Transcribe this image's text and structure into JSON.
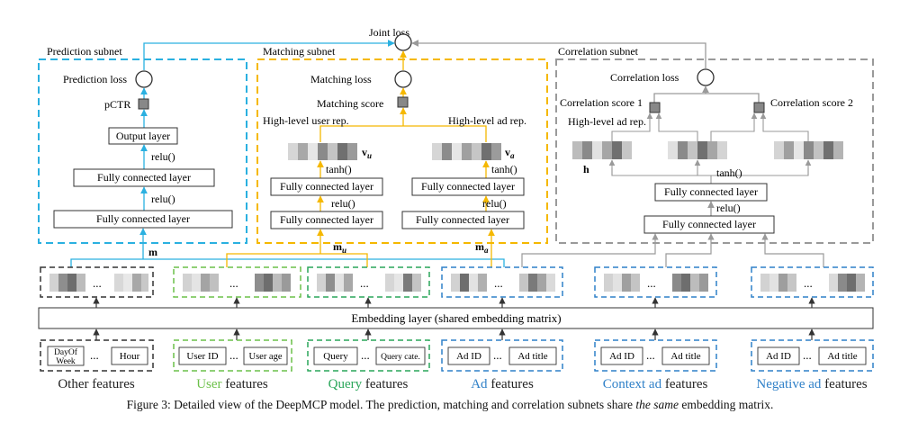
{
  "subnets": {
    "prediction": "Prediction subnet",
    "matching": "Matching subnet",
    "correlation": "Correlation subnet"
  },
  "losses": {
    "joint": "Joint loss",
    "prediction": "Prediction loss",
    "matching": "Matching loss",
    "correlation": "Correlation loss"
  },
  "prediction_net": {
    "pctr": "pCTR",
    "output_layer": "Output layer",
    "relu1": "relu()",
    "fc1": "Fully connected layer",
    "relu2": "relu()",
    "fc2": "Fully connected layer",
    "m": "m"
  },
  "matching_net": {
    "score": "Matching score",
    "user_rep": "High-level user rep.",
    "ad_rep": "High-level ad rep.",
    "vu": "v",
    "vu_sub": "u",
    "va": "v",
    "va_sub": "a",
    "tanh_user": "tanh()",
    "tanh_ad": "tanh()",
    "fc_user_top": "Fully connected layer",
    "fc_user_bottom": "Fully connected layer",
    "fc_ad_top": "Fully connected layer",
    "fc_ad_bottom": "Fully connected layer",
    "relu_user": "relu()",
    "relu_ad": "relu()",
    "mu": "m",
    "mu_sub": "u",
    "ma": "m",
    "ma_sub": "a"
  },
  "correlation_net": {
    "score1": "Correlation score 1",
    "score2": "Correlation score 2",
    "ad_rep": "High-level ad rep.",
    "h": "h",
    "tanh": "tanh()",
    "fc_top": "Fully connected layer",
    "relu": "relu()",
    "fc_bottom": "Fully connected layer"
  },
  "embedding_layer": "Embedding layer (shared embedding matrix)",
  "ellipsis": "...",
  "feature_groups": [
    {
      "name_prefix": "Other",
      "name_suffix": " features",
      "input1_line1": "DayOf",
      "input1_line2": "Week",
      "input2": "Hour"
    },
    {
      "name_prefix": "User",
      "name_suffix": " features",
      "input1": "User ID",
      "input2": "User age"
    },
    {
      "name_prefix": "Query",
      "name_suffix": " features",
      "input1": "Query",
      "input2": "Query cate."
    },
    {
      "name_prefix": "Ad",
      "name_suffix": " features",
      "input1": "Ad ID",
      "input2": "Ad title"
    },
    {
      "name_prefix": "Context ad",
      "name_suffix": " features",
      "input1": "Ad ID",
      "input2": "Ad title"
    },
    {
      "name_prefix": "Negative ad",
      "name_suffix": " features",
      "input1": "Ad ID",
      "input2": "Ad title"
    }
  ],
  "caption": {
    "before": "Figure 3: Detailed view of the DeepMCP model. The prediction, matching and correlation subnets share ",
    "emph": "the same",
    "after": " embedding matrix."
  },
  "colors": {
    "prediction": "#2ab0e0",
    "matching": "#f5b800",
    "correlation": "#9a9a9a",
    "user": "#6cc04a",
    "query": "#2aa65a",
    "ad": "#2f80c8",
    "other": "#333333",
    "arrow": "#333333"
  }
}
